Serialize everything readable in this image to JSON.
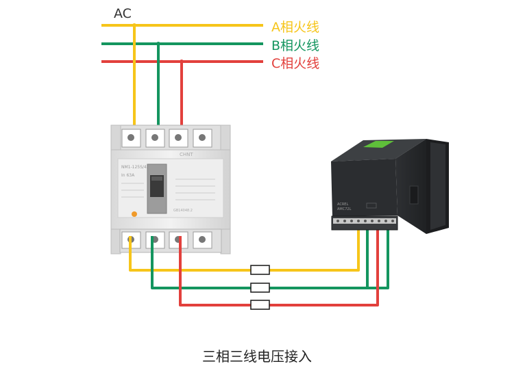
{
  "ac_label": "AC",
  "phases": [
    {
      "label": "A相火线",
      "color": "#f6c51a"
    },
    {
      "label": "B相火线",
      "color": "#14955f"
    },
    {
      "label": "C相火线",
      "color": "#e2403c"
    }
  ],
  "caption": "三相三线电压接入",
  "breaker": {
    "brand": "CHNT",
    "model_text": "NM1-125S/4300",
    "rating_text": "In 63A",
    "standard_text": "GB14048.2"
  },
  "meter": {
    "label_line1": "ACREL",
    "label_line2": "AMC72L",
    "panel_color": "#2a2c2e",
    "accent_color": "#5fbf3a"
  },
  "fuse_icon": "fuse-icon"
}
